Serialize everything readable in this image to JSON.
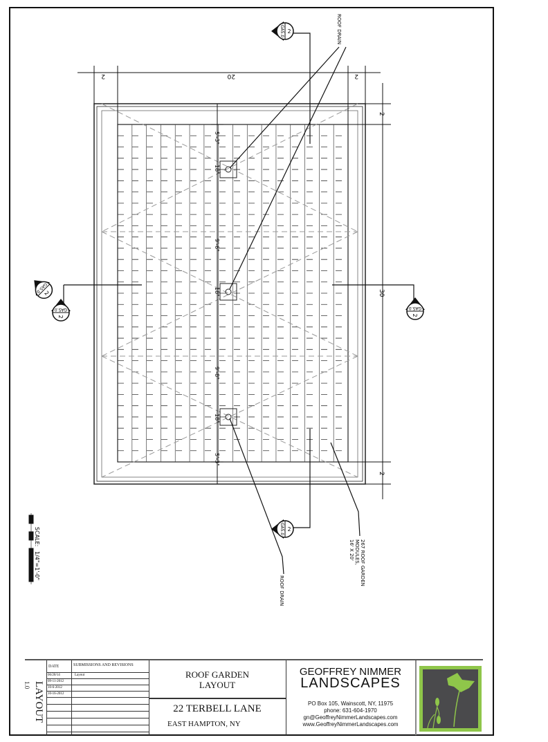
{
  "drawing": {
    "roof_drain_label": "ROOF DRAIN",
    "module_label_lines": [
      "267 ROOF GARDEN",
      "MODULES,",
      "16' X 20'"
    ],
    "dims_top": [
      "2",
      "20",
      "2"
    ],
    "dims_right": [
      "2",
      "30",
      "2"
    ],
    "dims_center": [
      "5'-3\"",
      "18\"",
      "9'-6\"",
      "18\"",
      "9'-8\"",
      "18\"",
      "5'-3\""
    ],
    "section_marker": {
      "number": "2",
      "sheet": "GA5.0"
    },
    "scale_label": "SCALE:",
    "scale_value": "1/4\"=1'-0\""
  },
  "title_block": {
    "sheet_title": "LAYOUT",
    "sheet_number": "1.0",
    "date_header": "DATE",
    "revisions_header": "SUBMISSIONS AND REVISIONS",
    "revisions": [
      {
        "date": "06/20/14",
        "desc": "Layout"
      },
      {
        "date": "09-11-2012",
        "desc": ""
      },
      {
        "date": "10-6-2012",
        "desc": ""
      },
      {
        "date": "10-16-2012",
        "desc": ""
      }
    ],
    "project_title_1": "ROOF GARDEN",
    "project_title_2": "LAYOUT",
    "address_1": "22 TERBELL LANE",
    "address_2": "EAST HAMPTON, NY",
    "company_1": "GEOFFREY NIMMER",
    "company_2": "LANDSCAPES",
    "contact": [
      "PO Box 105,  Wainscott, NY,   11975",
      "phone: 631-604-1970",
      "gn@GeoffreyNimmerLandscapes.com",
      "www.GeoffreyNimmerLandscapes.com"
    ],
    "logo_colors": {
      "bg": "#4a4a4c",
      "accent": "#8fc64a"
    }
  }
}
